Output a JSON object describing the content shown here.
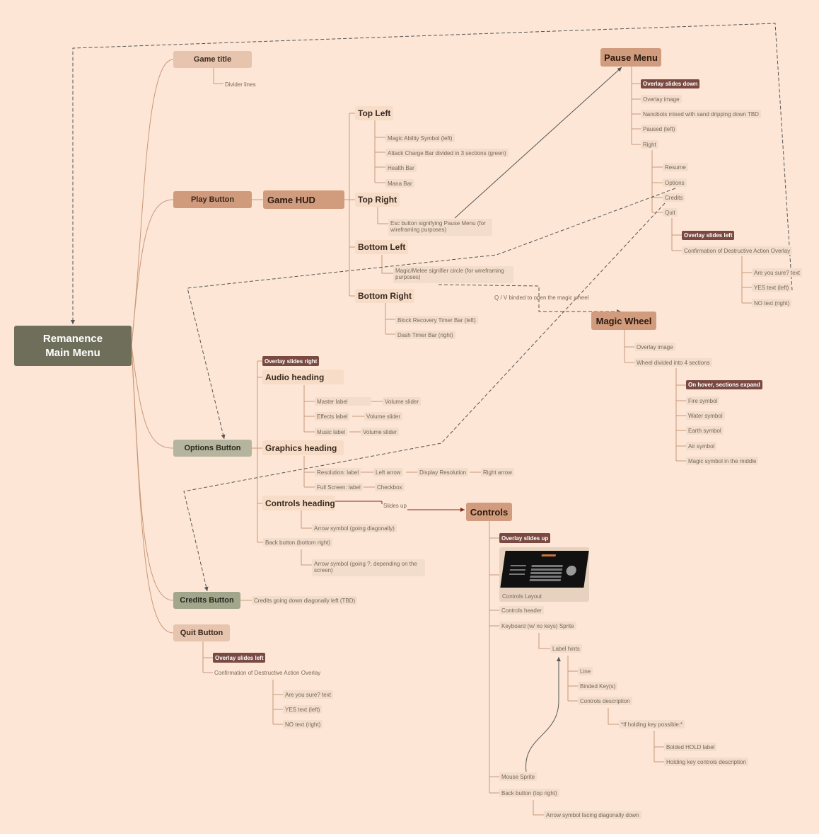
{
  "root": "Remanence Main Menu",
  "game_title": {
    "label": "Game title",
    "children": [
      "Divider lines"
    ]
  },
  "play_button": {
    "label": "Play Button"
  },
  "game_hud": {
    "label": "Game HUD",
    "top_left": {
      "label": "Top Left",
      "items": [
        "Magic Ability Symbol (left)",
        "Attack Charge Bar divided in 3 sections (green)",
        "Health Bar",
        "Mana Bar"
      ]
    },
    "top_right": {
      "label": "Top Right",
      "items": [
        "Esc button signifying Pause Menu (for wireframing purposes)"
      ]
    },
    "bottom_left": {
      "label": "Bottom Left",
      "items": [
        "Magic/Melee signifier circle (for wireframing purposes)"
      ]
    },
    "bottom_right": {
      "label": "Bottom Right",
      "items": [
        "Block Recovery Timer Bar (left)",
        "Dash Timer Bar (right)"
      ]
    },
    "wheel_link": "Q / V binded to open the magic wheel"
  },
  "pause_menu": {
    "label": "Pause Menu",
    "tag": "Overlay slides down",
    "items": [
      "Overlay image",
      "Nanobots mixed with sand dripping down TBD",
      "Paused (left)",
      "Right"
    ],
    "right_items": [
      "Resume",
      "Options",
      "Credits",
      "Quit"
    ],
    "quit_tag": "Overlay slides left",
    "quit_item": "Confirmation of Destructive Action Overlay",
    "confirm_items": [
      "Are you sure? text",
      "YES text (left)",
      "NO text (right)"
    ]
  },
  "magic_wheel": {
    "label": "Magic Wheel",
    "items": [
      "Overlay image",
      "Wheel divided into 4 sections"
    ],
    "tag": "On hover, sections expand",
    "sections": [
      "Fire symbol",
      "Water symbol",
      "Earth symbol",
      "Air symbol",
      "Magic symbol in the middle"
    ]
  },
  "options_button": {
    "label": "Options Button",
    "tag": "Overlay slides right",
    "audio": {
      "label": "Audio heading",
      "rows": [
        [
          "Master label",
          "Volume slider"
        ],
        [
          "Effects label",
          "Volume slider"
        ],
        [
          "Music label",
          "Volume slider"
        ]
      ]
    },
    "graphics": {
      "label": "Graphics heading",
      "rows": [
        [
          "Resolution: label",
          "Left arrow",
          "Display Resolution",
          "Right arrow"
        ],
        [
          "Full Screen: label",
          "Checkbox"
        ]
      ]
    },
    "controls": {
      "label": "Controls heading",
      "link": "Slides up",
      "items": [
        "Arrow symbol (going diagonally)"
      ]
    },
    "back": {
      "label": "Back button (bottom right)",
      "items": [
        "Arrow symbol (going ?, depending on the screen)"
      ]
    }
  },
  "controls": {
    "label": "Controls",
    "tag": "Overlay slides up",
    "image_caption": "Controls Layout",
    "items": [
      "Controls header",
      "Keyboard (w/ no keys) Sprite",
      "Mouse Sprite",
      "Back button (top right)"
    ],
    "label_hints": "Label hints",
    "hint_items": [
      "Line",
      "Binded Key(s)",
      "Controls description"
    ],
    "holding": "*If holding key possible:*",
    "holding_items": [
      "Bolded HOLD label",
      "Holding key controls description"
    ],
    "back_items": [
      "Arrow symbol facing diagonally down"
    ]
  },
  "credits_button": {
    "label": "Credits Button",
    "items": [
      "Credits going down diagonally left (TBD)"
    ]
  },
  "quit_button": {
    "label": "Quit Button",
    "tag": "Overlay slides left",
    "item": "Confirmation of Destructive Action Overlay",
    "confirm_items": [
      "Are you sure? text",
      "YES text (left)",
      "NO text (right)"
    ]
  },
  "colors": {
    "background": "#fde6d5",
    "root": "#6e6e5a",
    "tag": "#7a4a42",
    "line": "#c8987a"
  }
}
